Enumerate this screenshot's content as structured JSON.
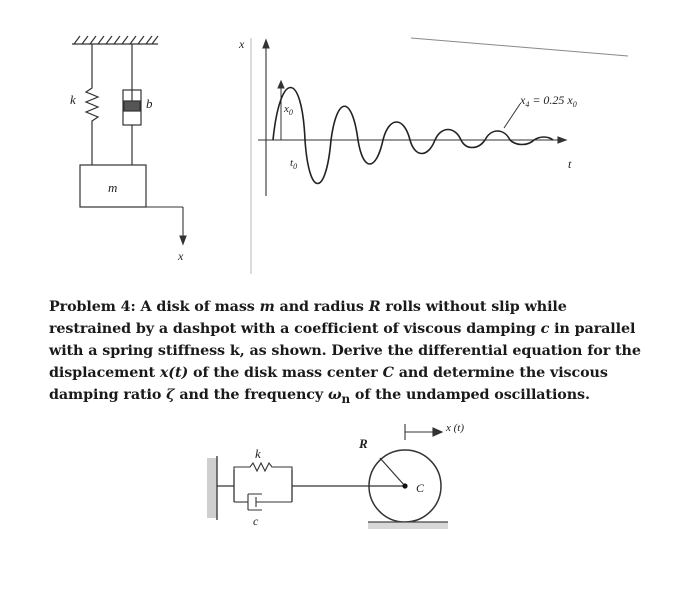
{
  "figure_top": {
    "spring_label": "k",
    "damper_label": "b",
    "mass_label": "m",
    "x_axis_label": "x",
    "response_y_label": "x",
    "t_axis_label": "t",
    "x0_label": "x",
    "x0_sub": "0",
    "t0_label": "t",
    "t0_sub": "0",
    "x4_label": "x",
    "x4_sub": "4",
    "x4_eq": " = 0.25 x",
    "x4_eq_sub": "0"
  },
  "problem": {
    "p1": "Problem 4:  A disk of mass ",
    "m": "m",
    "p2": " and radius ",
    "R": "R",
    "p3": " rolls without slip while restrained by a dashpot with a coefficient of viscous damping ",
    "c": "c",
    "p4": " in parallel with a spring stiffness k, as shown.  Derive the differential equation for the displacement ",
    "xt": "x(t)",
    "p5": " of the disk mass center ",
    "C": "C",
    "p6": " and determine the viscous damping ratio ",
    "zeta": "ζ",
    "p7": " and the frequency ",
    "omega": "ω",
    "omega_sub": "n",
    "p8": " of the undamped oscillations."
  },
  "figure_bottom": {
    "spring_label": "k",
    "damper_label": "c",
    "radius_label": "R",
    "center_label": "C",
    "disp_label": "x (t)"
  }
}
